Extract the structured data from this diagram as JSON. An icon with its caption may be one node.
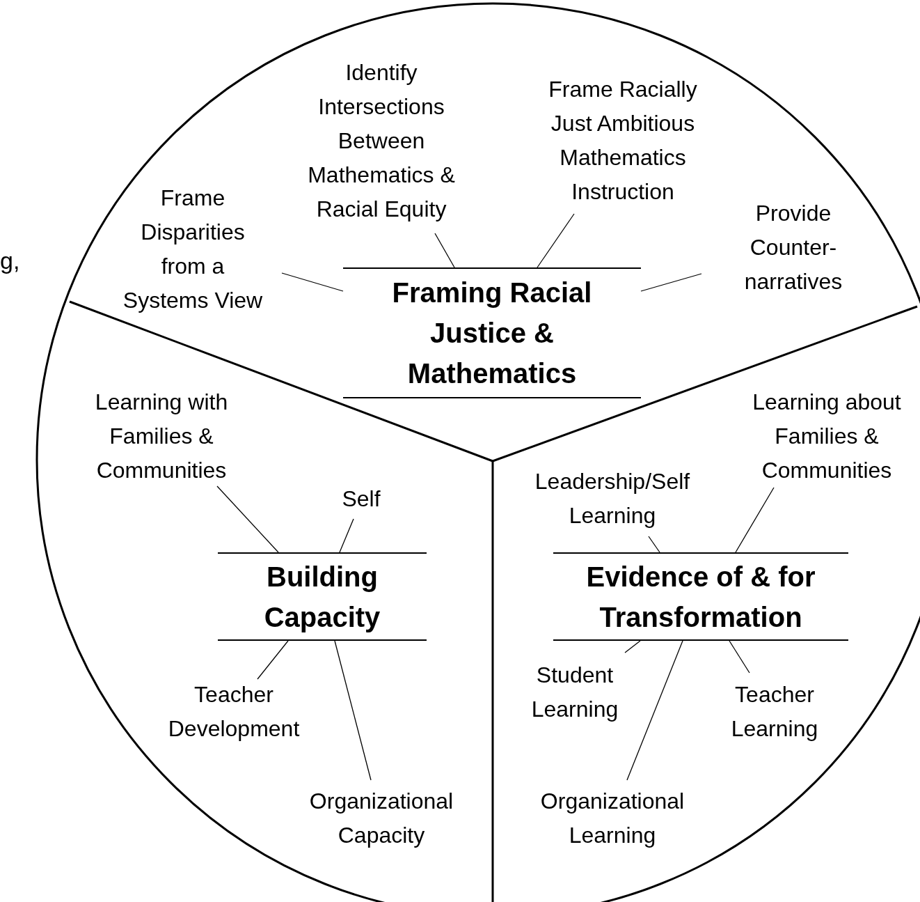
{
  "diagram": {
    "nodes": [
      {
        "text": [
          "Framing Racial Justice & Mathematics"
        ]
      },
      {
        "text": [
          "Frame Disparities from a Systems View"
        ]
      },
      {
        "text": [
          "Identify Intersections Between Mathematics & Racial Equity"
        ]
      },
      {
        "text": [
          "Frame Racially Just Ambitious Mathematics Instruction"
        ]
      },
      {
        "text": [
          "Provide Counter-narratives"
        ]
      },
      {
        "text": [
          "Building Capacity"
        ]
      },
      {
        "text": [
          "Learning with Families & Communities"
        ]
      },
      {
        "text": [
          "Self"
        ]
      },
      {
        "text": [
          "Teacher Development"
        ]
      },
      {
        "text": [
          "Organizational Capacity"
        ]
      },
      {
        "text": [
          "Evidence of & for Transformation"
        ]
      },
      {
        "text": [
          "Leadership/Self Learning"
        ]
      },
      {
        "text": [
          "Learning about Families & Communities"
        ]
      },
      {
        "text": [
          "Student Learning"
        ]
      },
      {
        "text": [
          "Organizational Learning"
        ]
      },
      {
        "text": [
          "Teacher Learning"
        ]
      }
    ],
    "edges": [
      {
        "from": 0,
        "to": 1,
        "arrow": "none"
      },
      {
        "from": 0,
        "to": 2,
        "arrow": "none"
      },
      {
        "from": 0,
        "to": 3,
        "arrow": "none"
      },
      {
        "from": 0,
        "to": 4,
        "arrow": "none"
      },
      {
        "from": 5,
        "to": 6,
        "arrow": "none"
      },
      {
        "from": 5,
        "to": 7,
        "arrow": "none"
      },
      {
        "from": 5,
        "to": 8,
        "arrow": "none"
      },
      {
        "from": 5,
        "to": 9,
        "arrow": "none"
      },
      {
        "from": 10,
        "to": 11,
        "arrow": "none"
      },
      {
        "from": 10,
        "to": 12,
        "arrow": "none"
      },
      {
        "from": 10,
        "to": 13,
        "arrow": "none"
      },
      {
        "from": 10,
        "to": 14,
        "arrow": "none"
      },
      {
        "from": 10,
        "to": 15,
        "arrow": "none"
      }
    ],
    "labels": [
      "g,"
    ]
  }
}
